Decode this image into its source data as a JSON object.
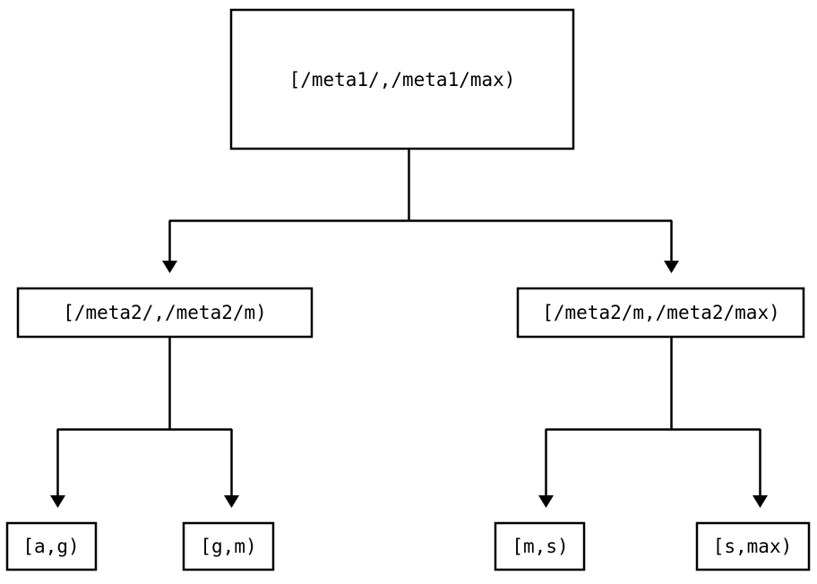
{
  "diagram": {
    "type": "tree",
    "orientation": "top-down",
    "background_color": "#ffffff",
    "line_color": "#000000",
    "text_color": "#000000",
    "box_fill": "#ffffff",
    "nodes": {
      "root": {
        "label": "[/meta1/,/meta1/max)",
        "level": 0
      },
      "mid_left": {
        "label": "[/meta2/,/meta2/m)",
        "level": 1
      },
      "mid_right": {
        "label": "[/meta2/m,/meta2/max)",
        "level": 1
      },
      "leaf_1": {
        "label": "[a,g)",
        "level": 2
      },
      "leaf_2": {
        "label": "[g,m)",
        "level": 2
      },
      "leaf_3": {
        "label": "[m,s)",
        "level": 2
      },
      "leaf_4": {
        "label": "[s,max)",
        "level": 2
      }
    },
    "edges": [
      {
        "from": "root",
        "to": "mid_left",
        "arrow": true
      },
      {
        "from": "root",
        "to": "mid_right",
        "arrow": true
      },
      {
        "from": "mid_left",
        "to": "leaf_1",
        "arrow": true
      },
      {
        "from": "mid_left",
        "to": "leaf_2",
        "arrow": true
      },
      {
        "from": "mid_right",
        "to": "leaf_3",
        "arrow": true
      },
      {
        "from": "mid_right",
        "to": "leaf_4",
        "arrow": true
      }
    ]
  }
}
